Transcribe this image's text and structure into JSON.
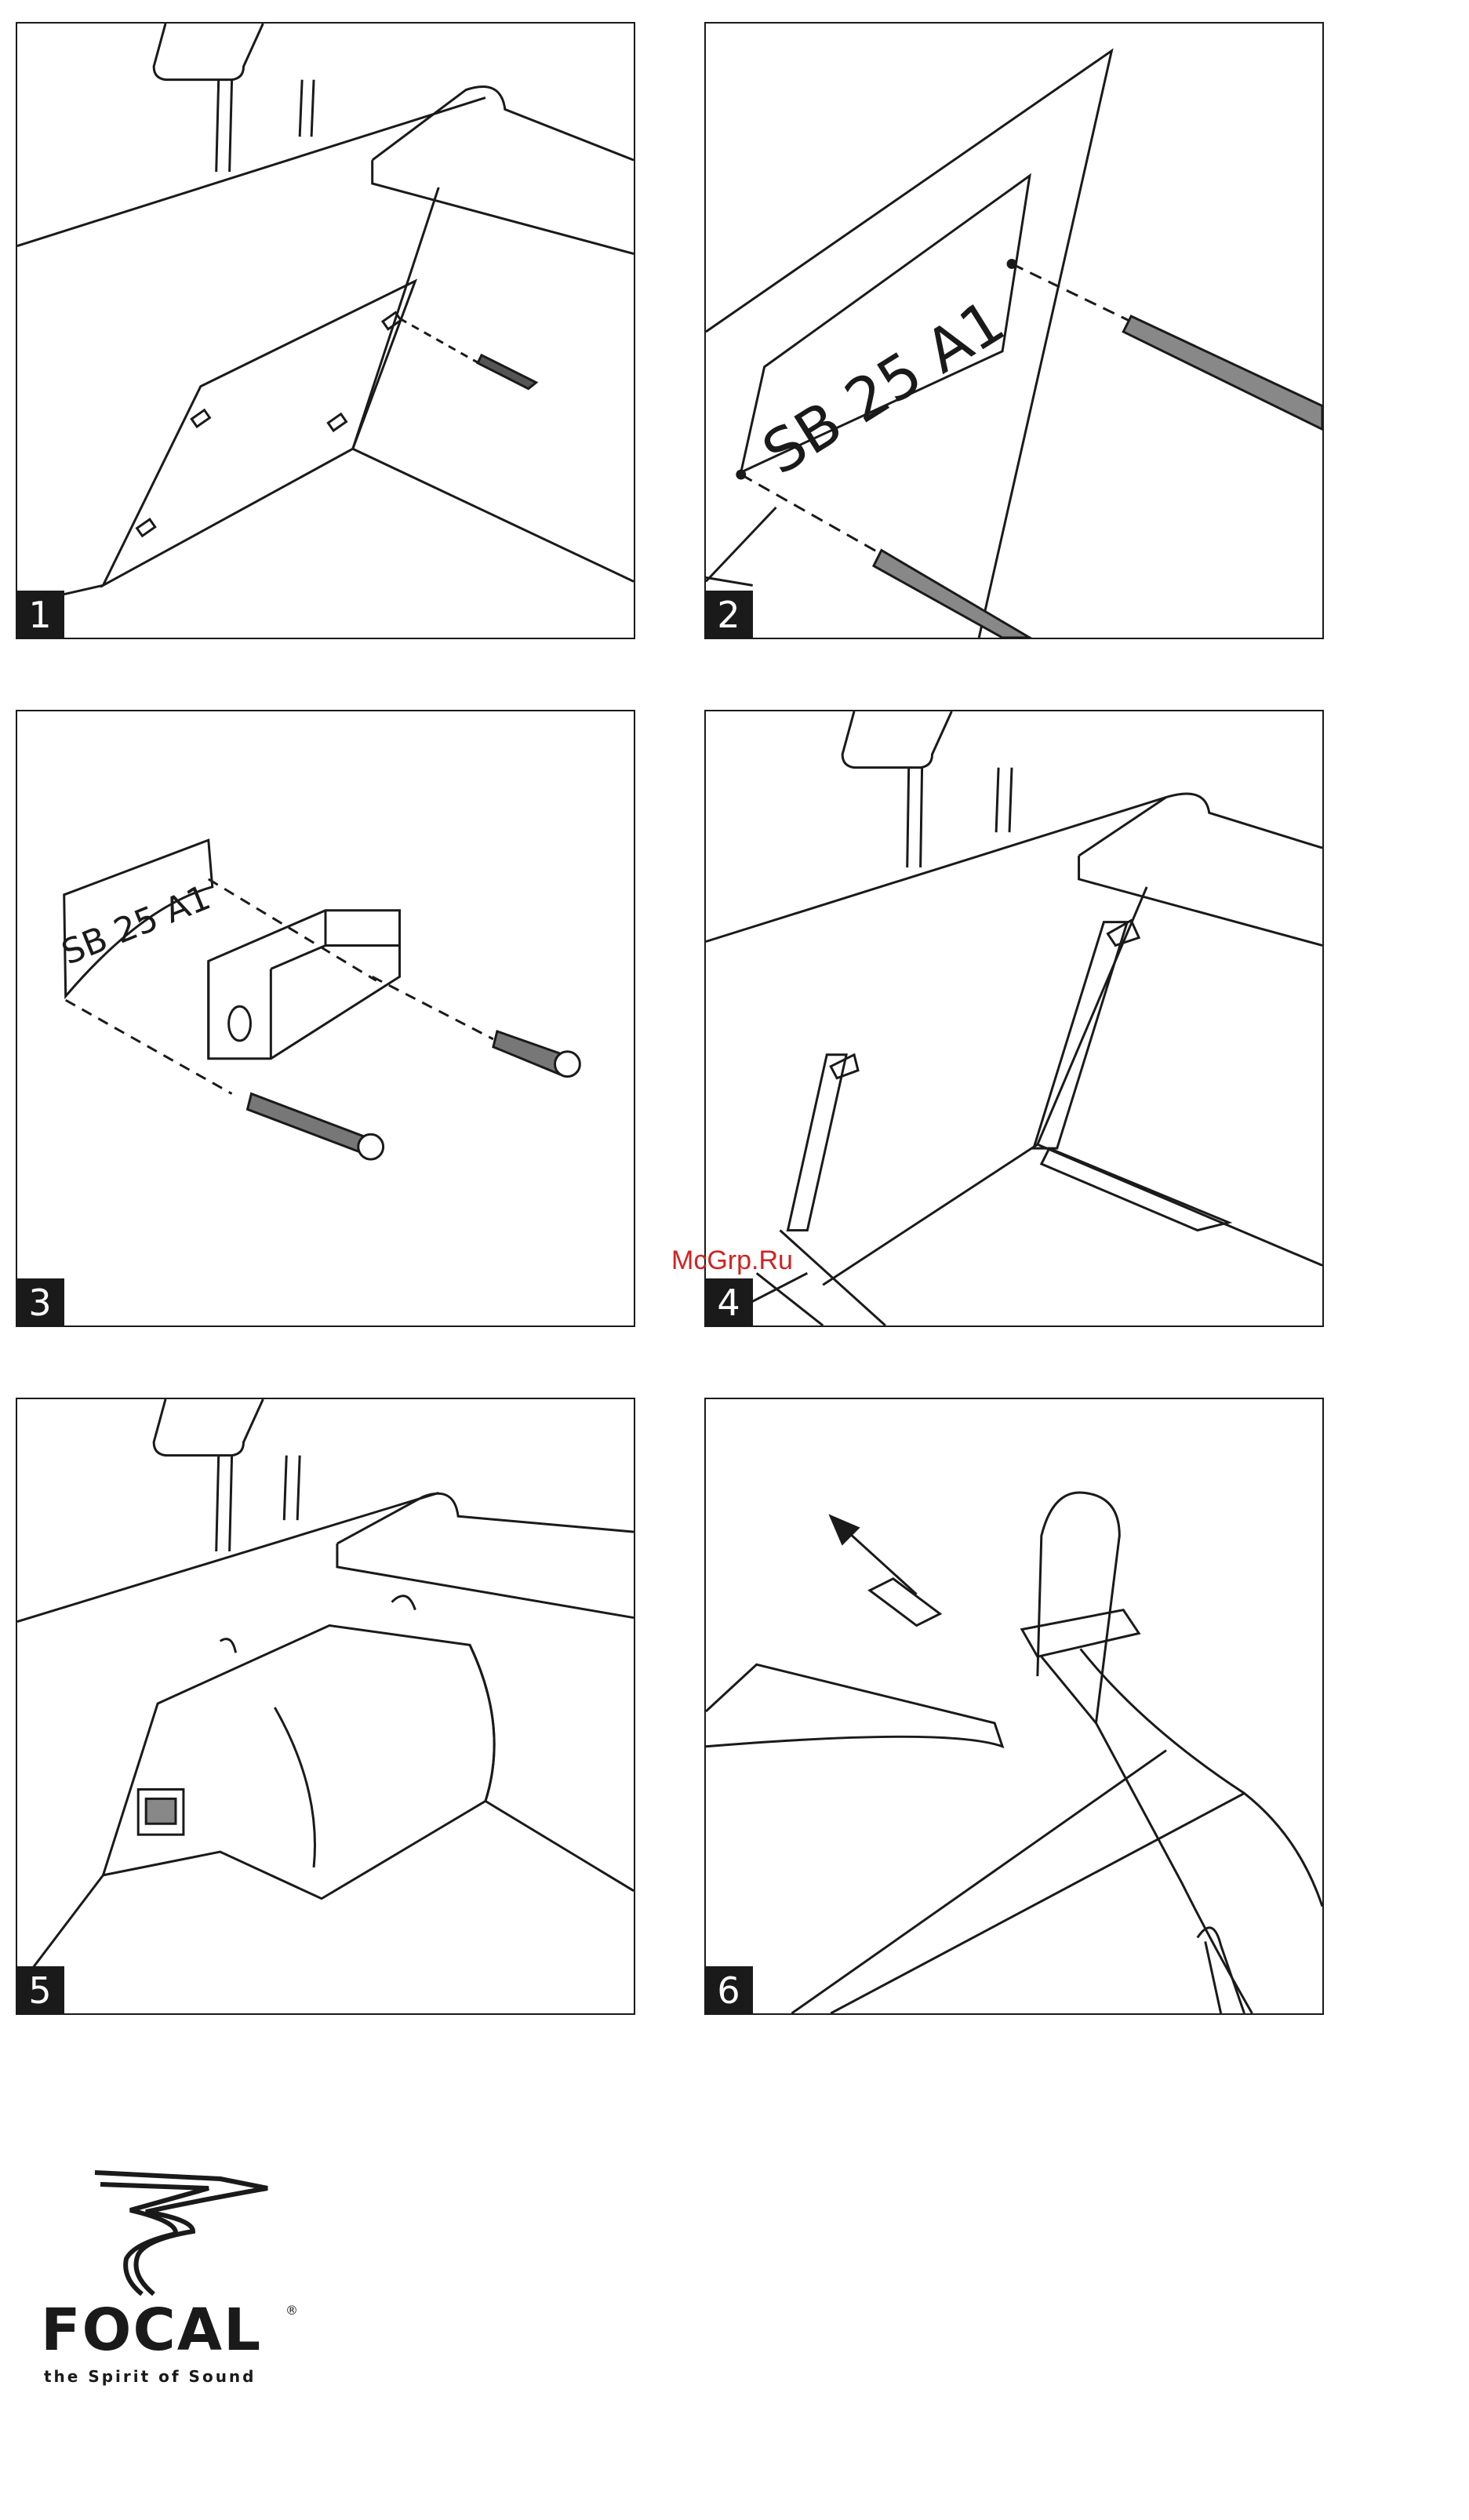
{
  "steps": [
    {
      "number": "1"
    },
    {
      "number": "2",
      "label": "SB 25 A1"
    },
    {
      "number": "3",
      "label": "SB 25 A1"
    },
    {
      "number": "4"
    },
    {
      "number": "5"
    },
    {
      "number": "6"
    }
  ],
  "watermark": "McGrp.Ru",
  "logo": {
    "word": "FOCAL",
    "reg": "®",
    "tagline": "the Spirit of Sound"
  },
  "colors": {
    "ink": "#1a1a1a",
    "watermark": "#d22222",
    "background": "#ffffff"
  }
}
